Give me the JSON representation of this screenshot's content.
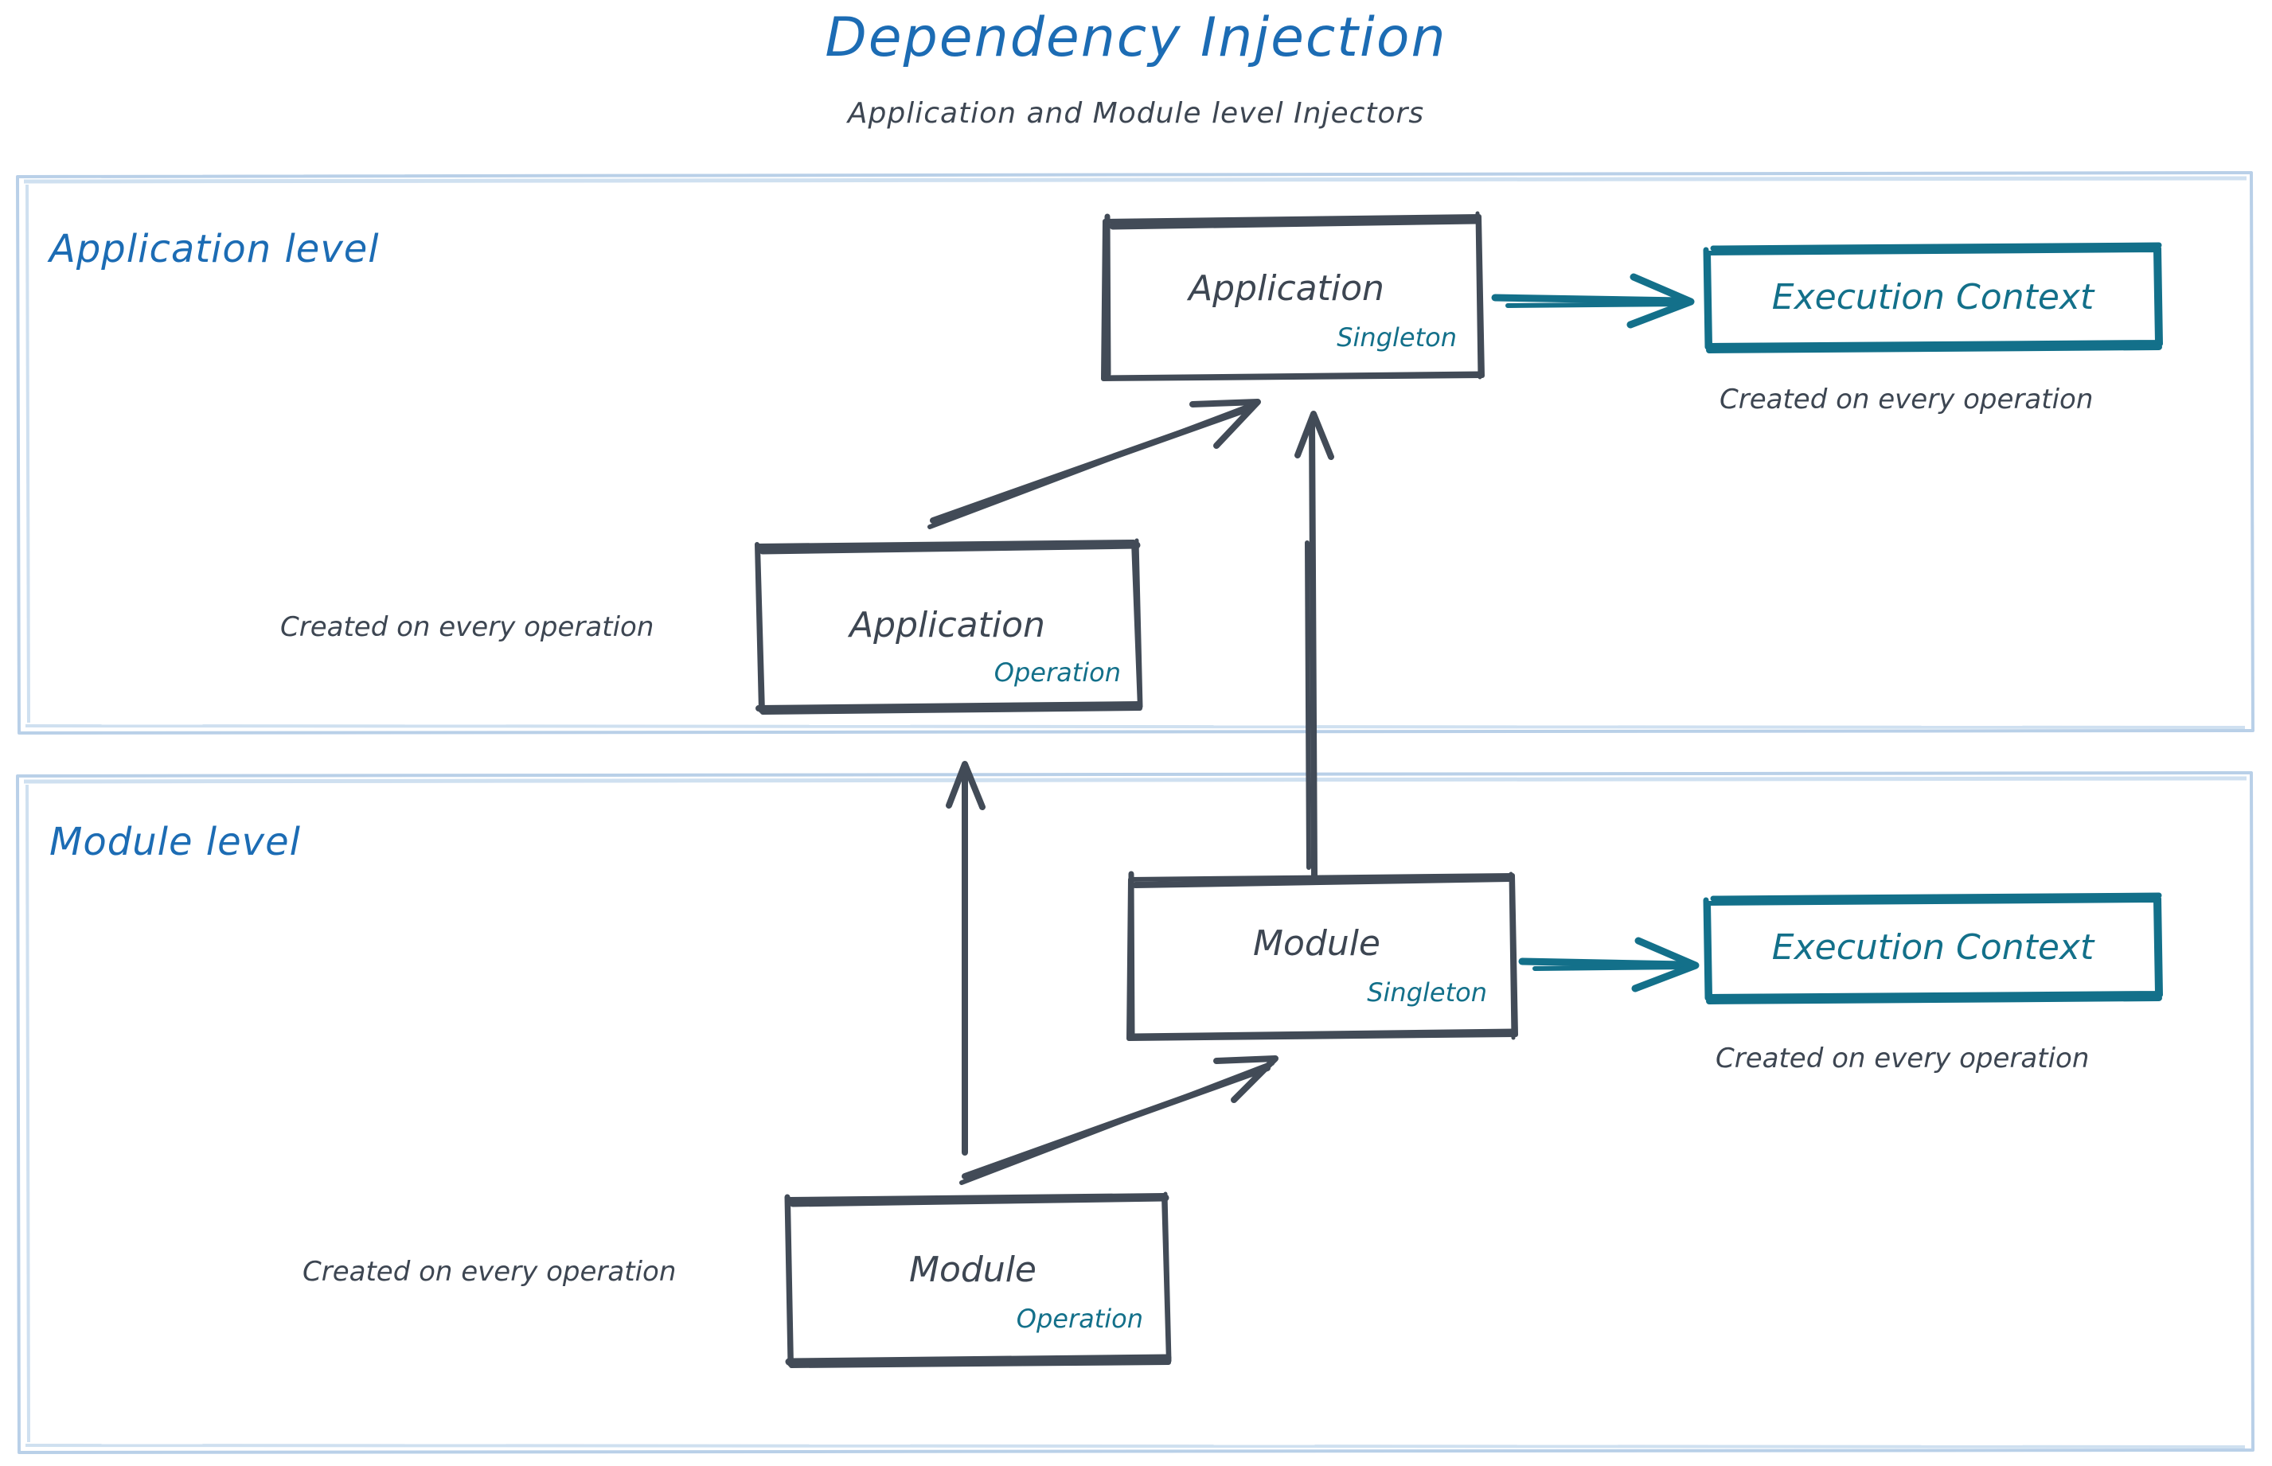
{
  "header": {
    "title": "Dependency Injection",
    "subtitle": "Application and Module level Injectors"
  },
  "colors": {
    "title_blue": "#1c6cb4",
    "level_label_blue": "#1c6cb4",
    "band_border": "#b9d0e8",
    "node_stroke": "#424b57",
    "node_text": "#3d4652",
    "scope_teal": "#13708a",
    "context_teal": "#13708a",
    "background": "#ffffff"
  },
  "bands": [
    {
      "id": "application-level",
      "label": "Application level"
    },
    {
      "id": "module-level",
      "label": "Module level"
    }
  ],
  "nodes": {
    "application_singleton": {
      "title": "Application",
      "scope": "Singleton"
    },
    "application_operation": {
      "title": "Application",
      "scope": "Operation"
    },
    "module_singleton": {
      "title": "Module",
      "scope": "Singleton"
    },
    "module_operation": {
      "title": "Module",
      "scope": "Operation"
    },
    "execution_context_application": {
      "title": "Execution Context"
    },
    "execution_context_module": {
      "title": "Execution Context"
    }
  },
  "notes": {
    "execution_context_application": "Created on every operation",
    "execution_context_module": "Created on every operation",
    "application_operation": "Created on every operation",
    "module_operation": "Created on every operation"
  },
  "edges": [
    {
      "from": "application_singleton",
      "to": "execution_context_application",
      "style": "teal-arrow"
    },
    {
      "from": "module_singleton",
      "to": "execution_context_module",
      "style": "teal-arrow"
    },
    {
      "from": "application_operation",
      "to": "application_singleton",
      "style": "dark-arrow"
    },
    {
      "from": "module_singleton",
      "to": "application_singleton",
      "style": "dark-arrow"
    },
    {
      "from": "module_operation",
      "to": "module_singleton",
      "style": "dark-arrow"
    },
    {
      "from": "module_operation",
      "to": "application_level_band",
      "style": "dark-arrow"
    }
  ]
}
